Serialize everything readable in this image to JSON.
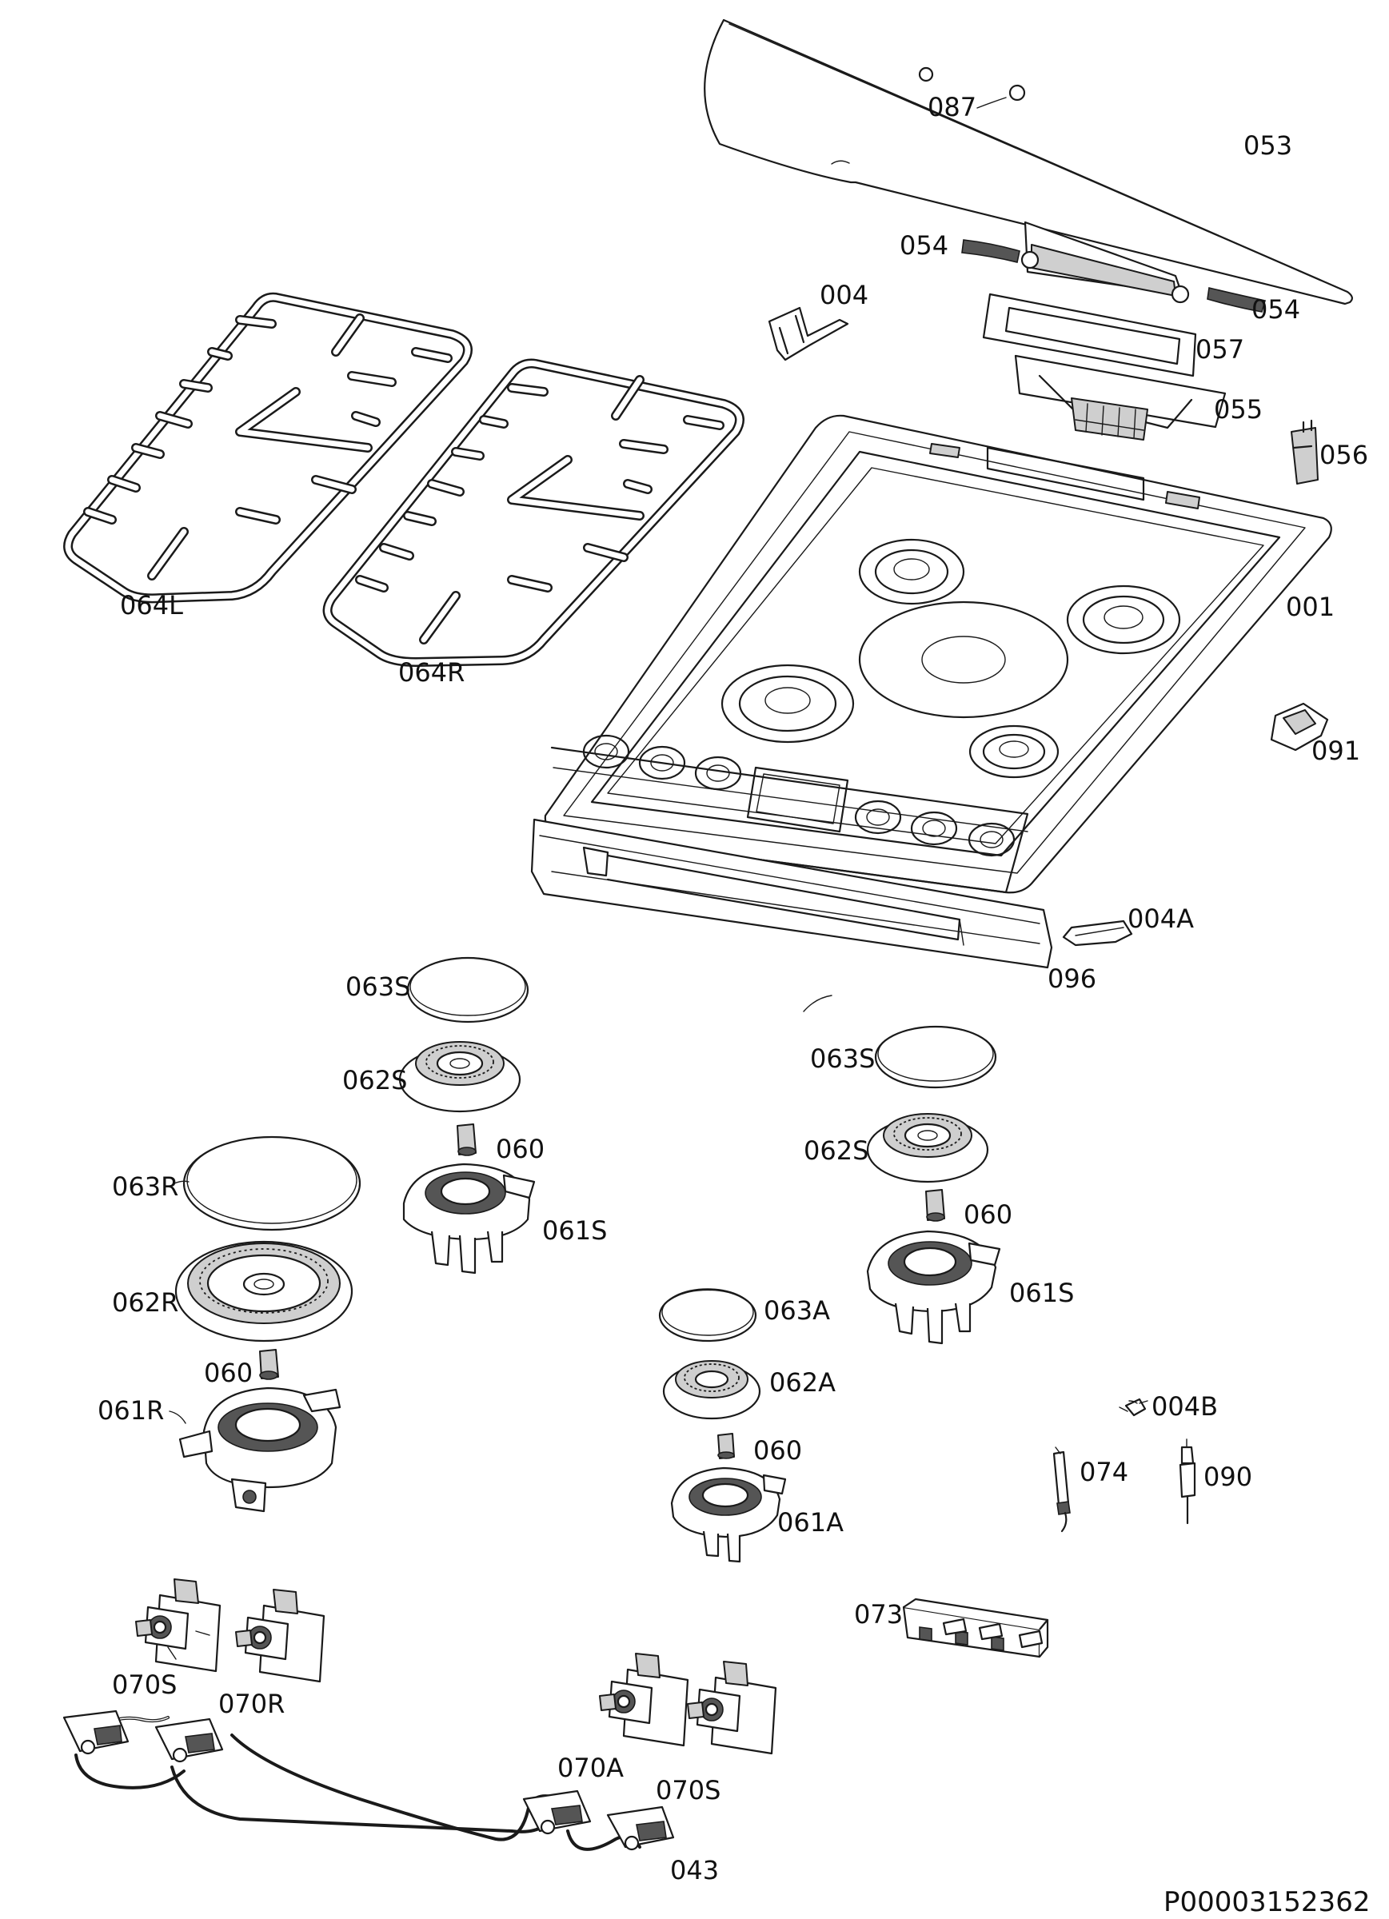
{
  "diagram_code": "P00003152362",
  "parts": {
    "p087": "087",
    "p053": "053",
    "p054a": "054",
    "p054b": "054",
    "p004": "004",
    "p057": "057",
    "p055": "055",
    "p056": "056",
    "p064L": "064L",
    "p064R": "064R",
    "p001": "001",
    "p091": "091",
    "p004A": "004A",
    "p096": "096",
    "p063S_left": "063S",
    "p062S_left": "062S",
    "p060_a": "060",
    "p063R": "063R",
    "p061S_left": "061S",
    "p062R": "062R",
    "p060_b": "060",
    "p061R": "061R",
    "p063S_right": "063S",
    "p062S_right": "062S",
    "p060_c": "060",
    "p061S_right": "061S",
    "p063A": "063A",
    "p062A": "062A",
    "p060_d": "060",
    "p061A": "061A",
    "p004B": "004B",
    "p074": "074",
    "p090": "090",
    "p073": "073",
    "p070S_a": "070S",
    "p070R": "070R",
    "p070A": "070A",
    "p070S_b": "070S",
    "p043": "043"
  }
}
